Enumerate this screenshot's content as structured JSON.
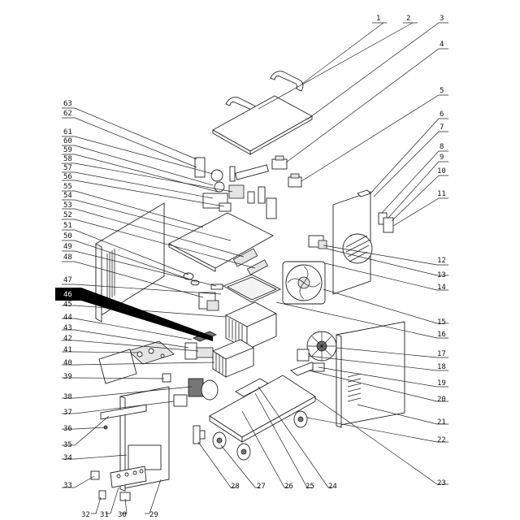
{
  "labels_left": [
    "63",
    "62",
    "61",
    "60",
    "59",
    "58",
    "57",
    "56",
    "55",
    "54",
    "53",
    "52",
    "51",
    "50",
    "49",
    "48",
    "47",
    "46",
    "45",
    "44",
    "43",
    "42",
    "41",
    "40",
    "39",
    "38",
    "37",
    "36",
    "35",
    "34",
    "33"
  ],
  "labels_right": [
    "1",
    "2",
    "3",
    "4",
    "5",
    "6",
    "7",
    "8",
    "9",
    "10",
    "11",
    "12",
    "13",
    "14",
    "15",
    "16",
    "17",
    "18",
    "19",
    "20",
    "21",
    "22",
    "23"
  ],
  "labels_bottom": [
    "32",
    "31",
    "30",
    "29",
    "28",
    "27",
    "26",
    "25",
    "24"
  ],
  "highlighted_label": "46"
}
